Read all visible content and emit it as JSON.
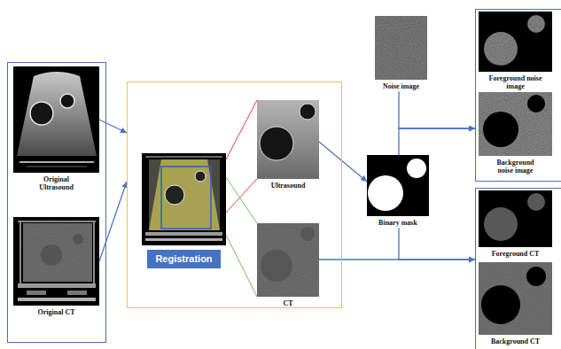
{
  "diagram": {
    "nodes": [
      {
        "text": []
      },
      {
        "text": [
          "Original Ultrasound"
        ],
        "in": 0
      },
      {
        "text": [
          "Original CT"
        ],
        "in": 0
      },
      {
        "text": []
      },
      {
        "text": [
          "Registration"
        ],
        "in": 3
      },
      {
        "text": [
          "Ultrasound"
        ],
        "in": 3
      },
      {
        "text": [
          "CT"
        ],
        "in": 3
      },
      {
        "text": [
          "Noise image"
        ]
      },
      {
        "text": [
          "Binary mask"
        ]
      },
      {
        "text": []
      },
      {
        "text": [
          "Foreground noise image"
        ],
        "in": 9
      },
      {
        "text": [
          "Background noise image"
        ],
        "in": 9
      },
      {
        "text": []
      },
      {
        "text": [
          "Foreground CT"
        ],
        "in": 12
      },
      {
        "text": [
          "Background CT"
        ],
        "in": 12
      }
    ],
    "edges": [
      {
        "from": 1,
        "to": 3,
        "arrow": "to"
      },
      {
        "from": 2,
        "to": 3,
        "arrow": "to"
      },
      {
        "from": 4,
        "to": 5,
        "arrow": "none"
      },
      {
        "from": 4,
        "to": 6,
        "arrow": "none"
      },
      {
        "from": 5,
        "to": 8,
        "arrow": "to"
      },
      {
        "from": 7,
        "to": 9,
        "arrow": "to"
      },
      {
        "from": 8,
        "to": 9,
        "arrow": "to"
      },
      {
        "from": 6,
        "to": 12,
        "arrow": "to"
      },
      {
        "from": 8,
        "to": 12,
        "arrow": "to"
      }
    ]
  }
}
